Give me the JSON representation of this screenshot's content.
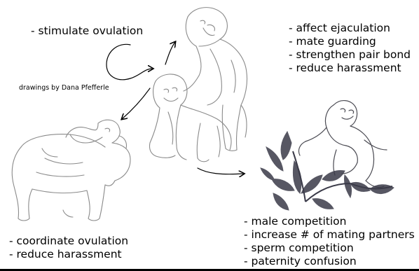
{
  "credit": "drawings by Dana Pfefferle",
  "labels": {
    "top_left": [
      "- stimulate ovulation"
    ],
    "top_right": [
      "- affect ejaculation",
      "- mate guarding",
      "- strengthen pair bond",
      "- reduce harassment"
    ],
    "bottom_left": [
      "- coordinate ovulation",
      "- reduce harassment"
    ],
    "bottom_right": [
      "- male competition",
      "- increase # of mating partners",
      "- sperm competition",
      "- paternity confusion"
    ]
  },
  "colors": {
    "text": "#000000",
    "sketch": "#8a8a8a",
    "sketch_dark": "#4a4a52",
    "plant": "#3a3a48"
  }
}
